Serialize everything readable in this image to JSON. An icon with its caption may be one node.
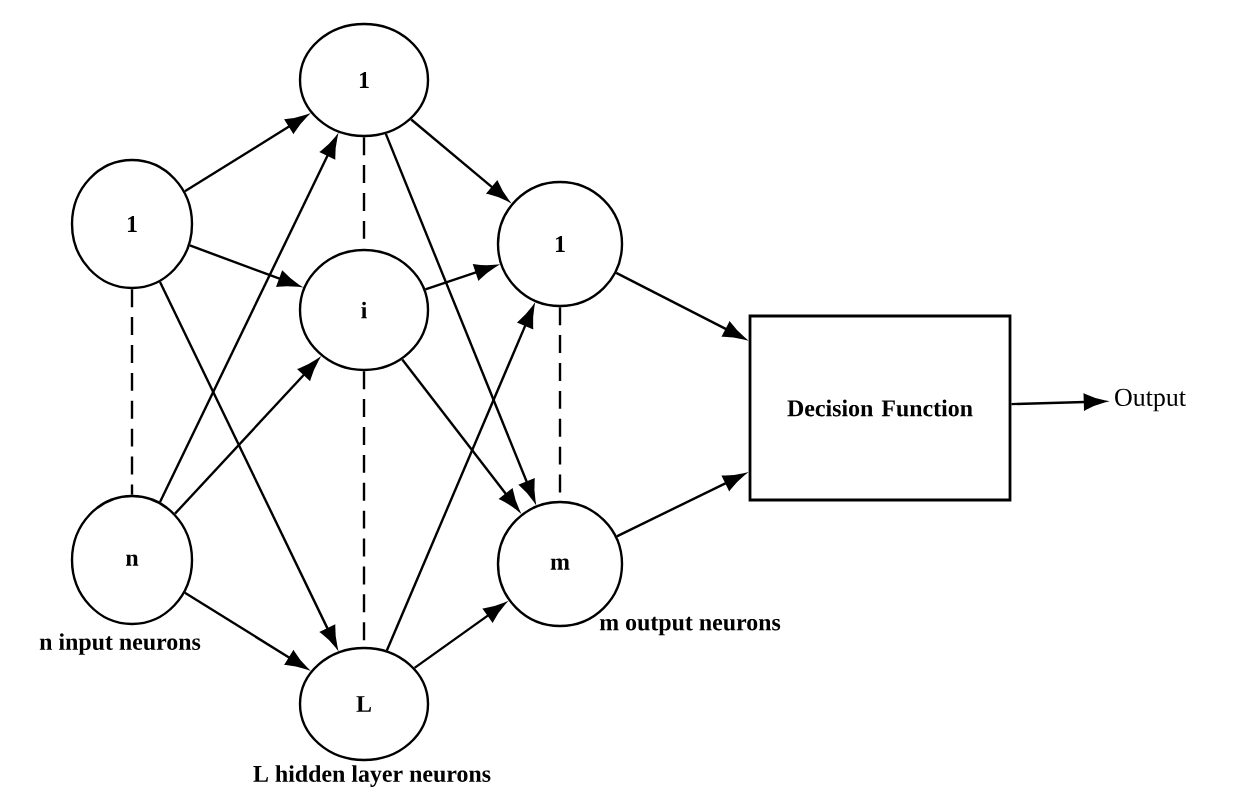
{
  "diagram": {
    "nodes": [
      {
        "text": [
          "1"
        ]
      },
      {
        "text": [
          "n"
        ]
      },
      {
        "text": [
          "1"
        ]
      },
      {
        "text": [
          "i"
        ]
      },
      {
        "text": [
          "L"
        ]
      },
      {
        "text": [
          "1"
        ]
      },
      {
        "text": [
          "m"
        ]
      },
      {
        "text": [
          "Decision Function"
        ]
      },
      {
        "text": [
          "Output"
        ]
      }
    ],
    "edges": [
      {
        "from": 0,
        "to": 2,
        "arrow": "to"
      },
      {
        "from": 0,
        "to": 3,
        "arrow": "to"
      },
      {
        "from": 0,
        "to": 4,
        "arrow": "to"
      },
      {
        "from": 1,
        "to": 2,
        "arrow": "to"
      },
      {
        "from": 1,
        "to": 3,
        "arrow": "to"
      },
      {
        "from": 1,
        "to": 4,
        "arrow": "to"
      },
      {
        "from": 2,
        "to": 5,
        "arrow": "to"
      },
      {
        "from": 2,
        "to": 6,
        "arrow": "to"
      },
      {
        "from": 3,
        "to": 5,
        "arrow": "to"
      },
      {
        "from": 3,
        "to": 6,
        "arrow": "to"
      },
      {
        "from": 4,
        "to": 5,
        "arrow": "to"
      },
      {
        "from": 4,
        "to": 6,
        "arrow": "to"
      },
      {
        "from": 5,
        "to": 7,
        "arrow": "to"
      },
      {
        "from": 6,
        "to": 7,
        "arrow": "to"
      },
      {
        "from": 7,
        "to": 8,
        "arrow": "to"
      },
      {
        "from": 0,
        "to": 1,
        "arrow": "none",
        "style": "dashed"
      },
      {
        "from": 2,
        "to": 3,
        "arrow": "none",
        "style": "dashed"
      },
      {
        "from": 3,
        "to": 4,
        "arrow": "none",
        "style": "dashed"
      },
      {
        "from": 5,
        "to": 6,
        "arrow": "none",
        "style": "dashed"
      }
    ],
    "labels": [
      "n input neurons",
      "m output neurons",
      "L hidden layer neurons"
    ]
  }
}
